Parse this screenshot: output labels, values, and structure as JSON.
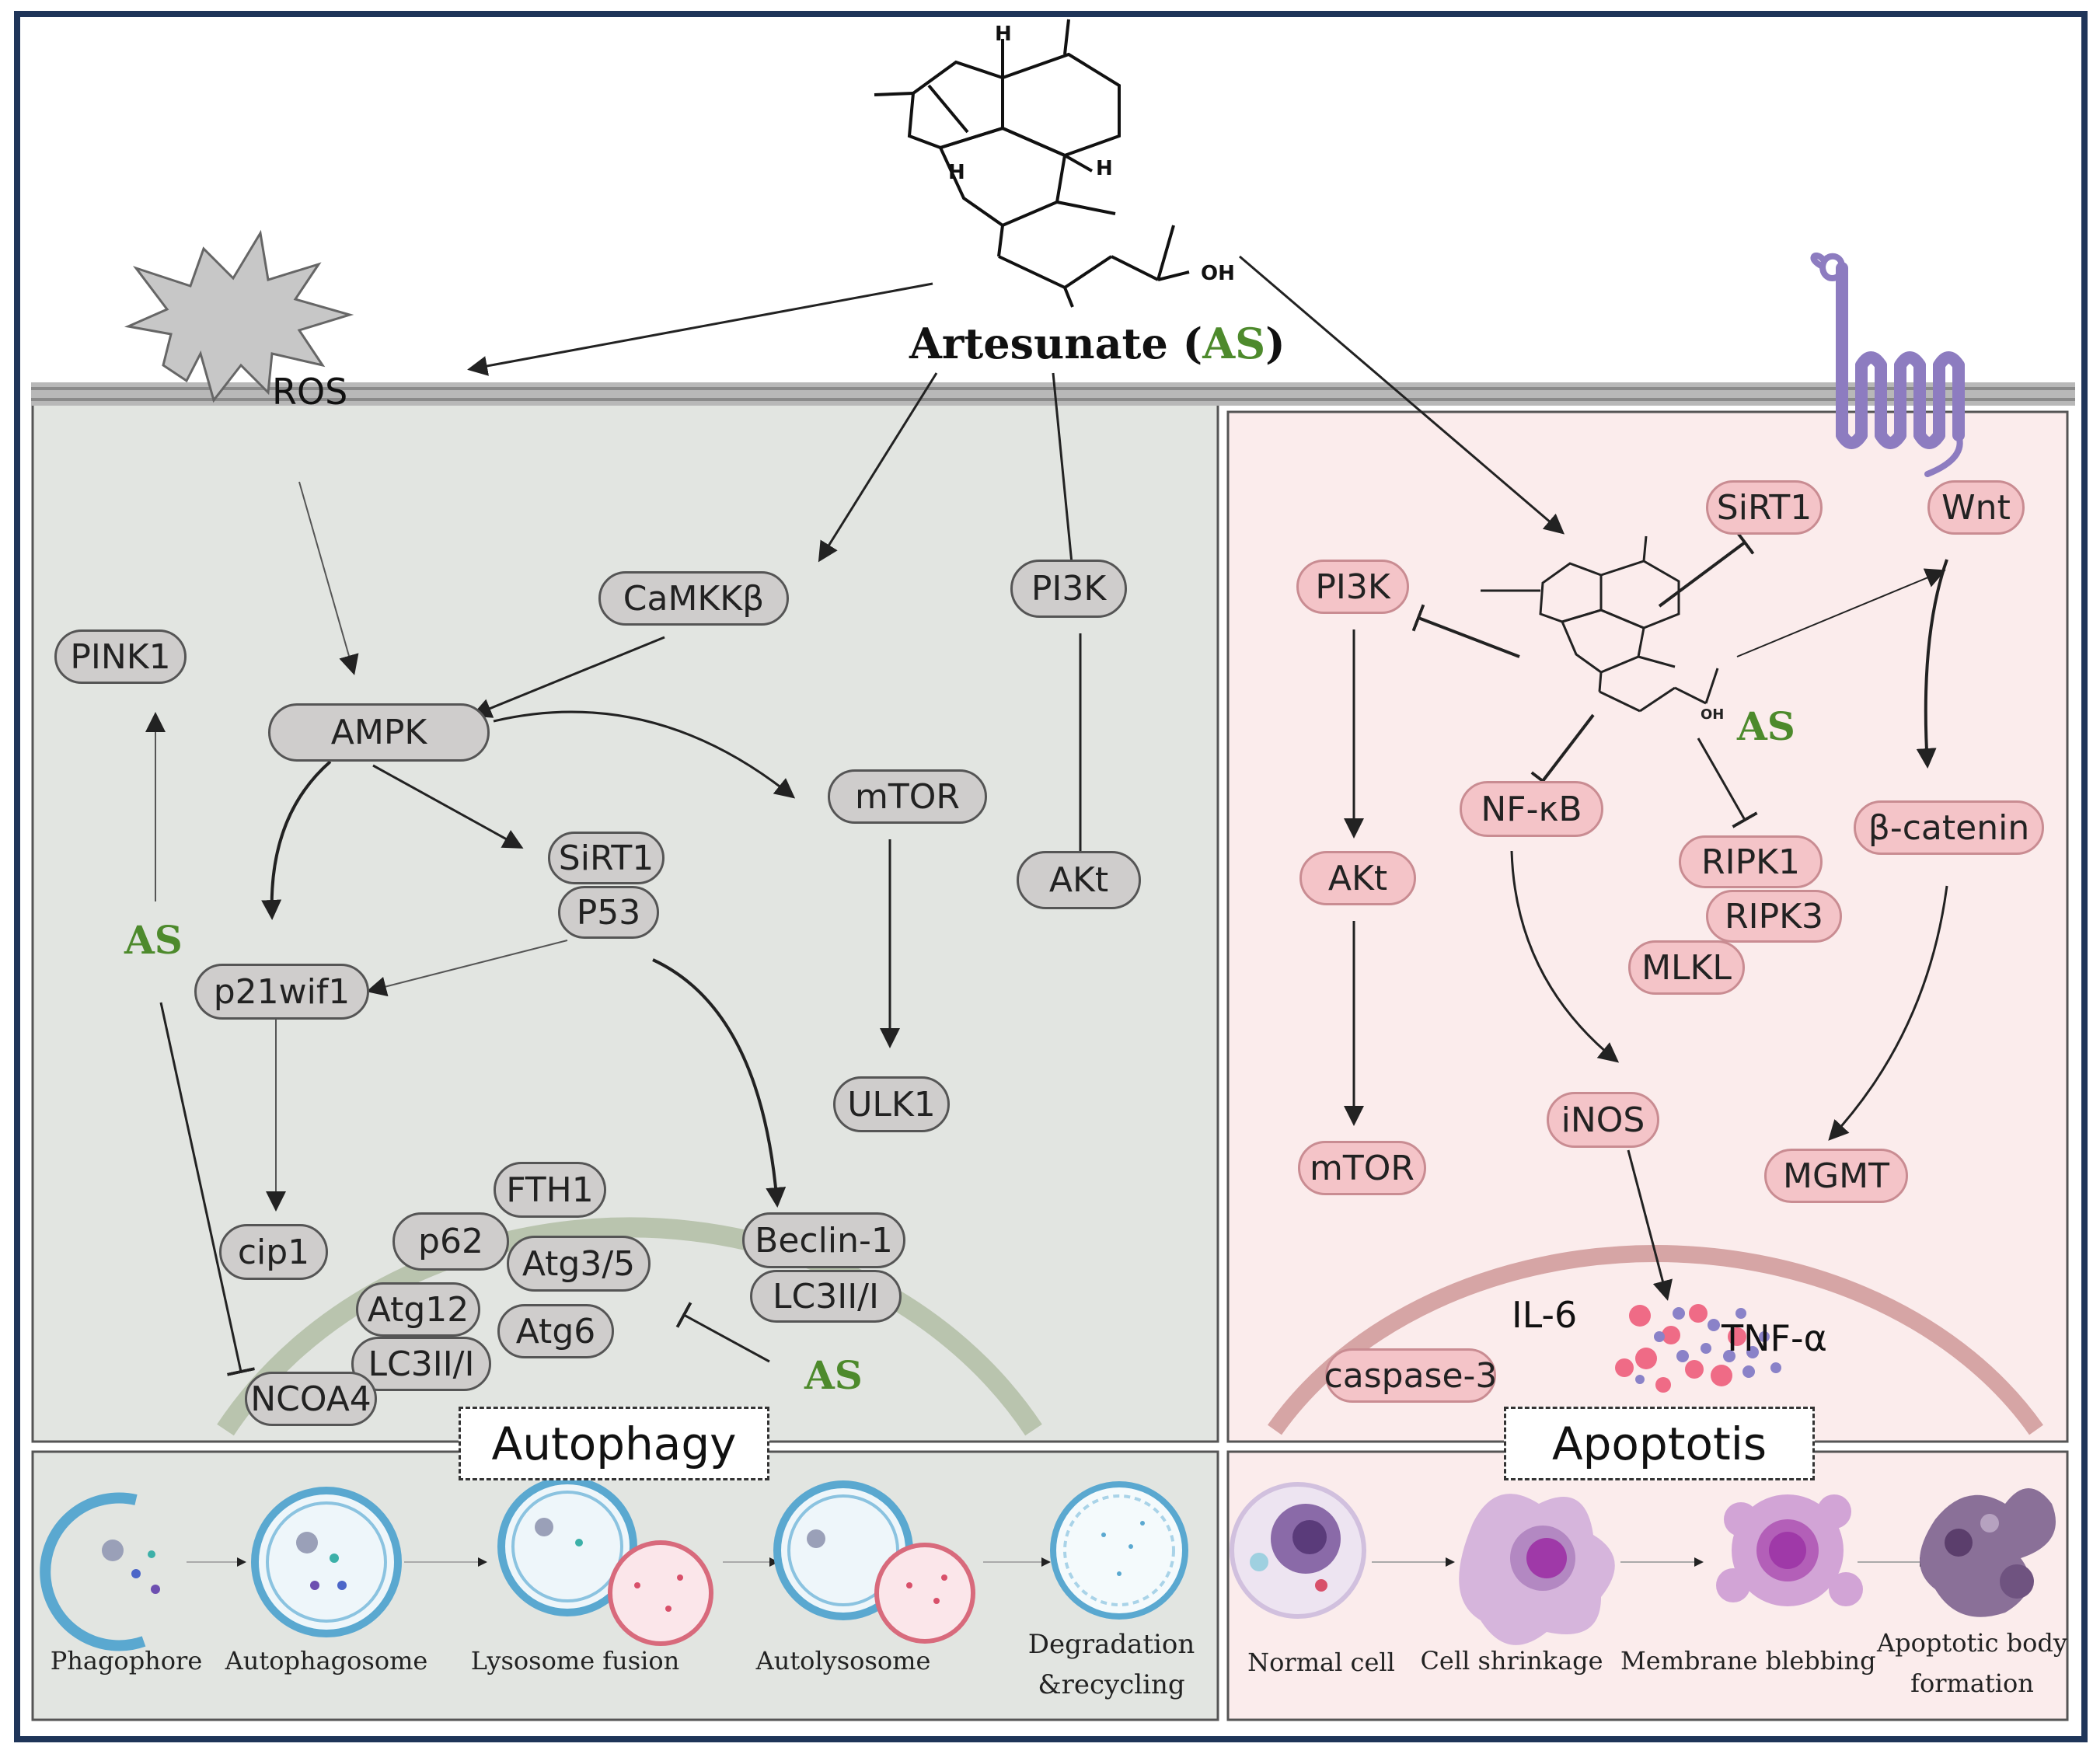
{
  "colors": {
    "autophagy_panel": "#e2e5e1",
    "apoptosis_panel": "#fbecec",
    "gray_node": "#cfcdcc",
    "pink_node": "#f4c4c8",
    "accent_green": "#4d8a2c",
    "frame_navy": "#1f3559",
    "wnt_receptor": "#8d7cc0"
  },
  "drug": {
    "name_prefix": "Artesunate (",
    "abbr": "AS",
    "name_suffix": ")",
    "chem_labels": {
      "h": "H",
      "oh": "OH"
    }
  },
  "autophagy": {
    "label": "Autophagy",
    "ros": "ROS",
    "as_label": "AS",
    "nodes": {
      "pink1": "PINK1",
      "camkkb": "CaMKKβ",
      "pi3k": "PI3K",
      "ampk": "AMPK",
      "mtor": "mTOR",
      "akt": "AKt",
      "sirt1": "SiRT1",
      "p53": "P53",
      "p21": "p21wif1",
      "ulk1": "ULK1",
      "fth1": "FTH1",
      "cip1": "cip1",
      "p62": "p62",
      "atg35": "Atg3/5",
      "beclin1": "Beclin-1",
      "lc3_right": "LC3II/I",
      "atg12": "Atg12",
      "lc3_left": "LC3II/I",
      "atg6": "Atg6",
      "ncoa4": "NCOA4"
    },
    "stages": [
      "Phagophore",
      "Autophagosome",
      "Lysosome fusion",
      "Autolysosome",
      "Degradation &recycling"
    ]
  },
  "apoptosis": {
    "label": "Apoptotis",
    "as_label": "AS",
    "nodes": {
      "sirt1": "SiRT1",
      "wnt": "Wnt",
      "pi3k": "PI3K",
      "nfkb": "NF-κB",
      "akt": "AKt",
      "bcatenin": "β-catenin",
      "ripk1": "RIPK1",
      "ripk3": "RIPK3",
      "mlkl": "MLKL",
      "inos": "iNOS",
      "mtor": "mTOR",
      "mgmt": "MGMT",
      "caspase3": "caspase-3"
    },
    "cytokines": {
      "il6": "IL-6",
      "tnfa": "TNF-α"
    },
    "stages": [
      "Normal cell",
      "Cell shrinkage",
      "Membrane blebbing",
      "Apoptotic body formation"
    ]
  }
}
